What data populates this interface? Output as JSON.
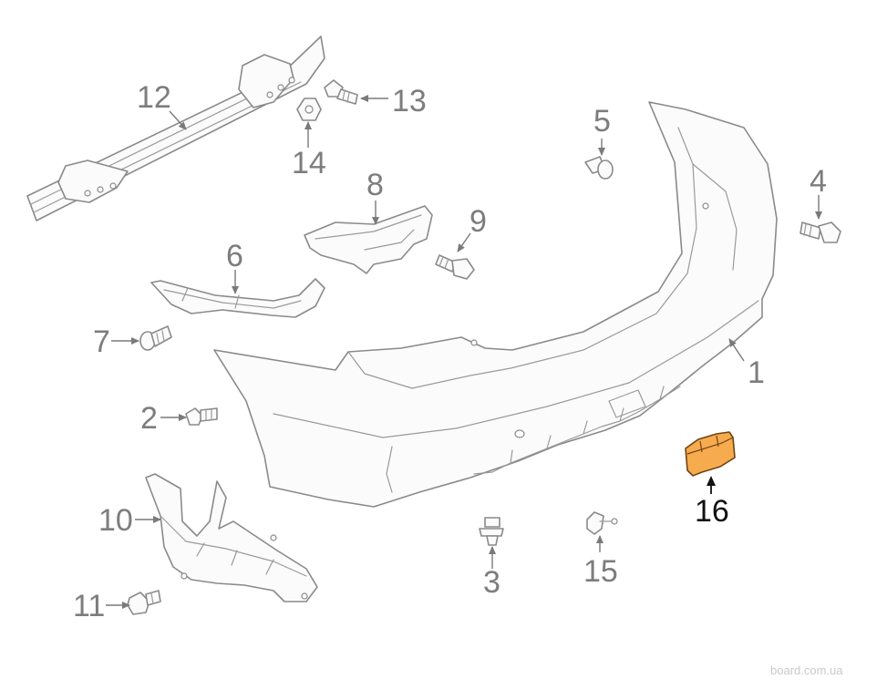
{
  "callouts": {
    "c1": "1",
    "c2": "2",
    "c3": "3",
    "c4": "4",
    "c5": "5",
    "c6": "6",
    "c7": "7",
    "c8": "8",
    "c9": "9",
    "c10": "10",
    "c11": "11",
    "c12": "12",
    "c13": "13",
    "c14": "14",
    "c15": "15",
    "c16": "16"
  },
  "watermark": "board.com.ua",
  "colors": {
    "line_art": "#8a8a8a",
    "callout_text": "#7d7d7d",
    "highlight_fill": "#f7ab4f",
    "highlight_callout": "#111111"
  },
  "highlighted_part": "16"
}
